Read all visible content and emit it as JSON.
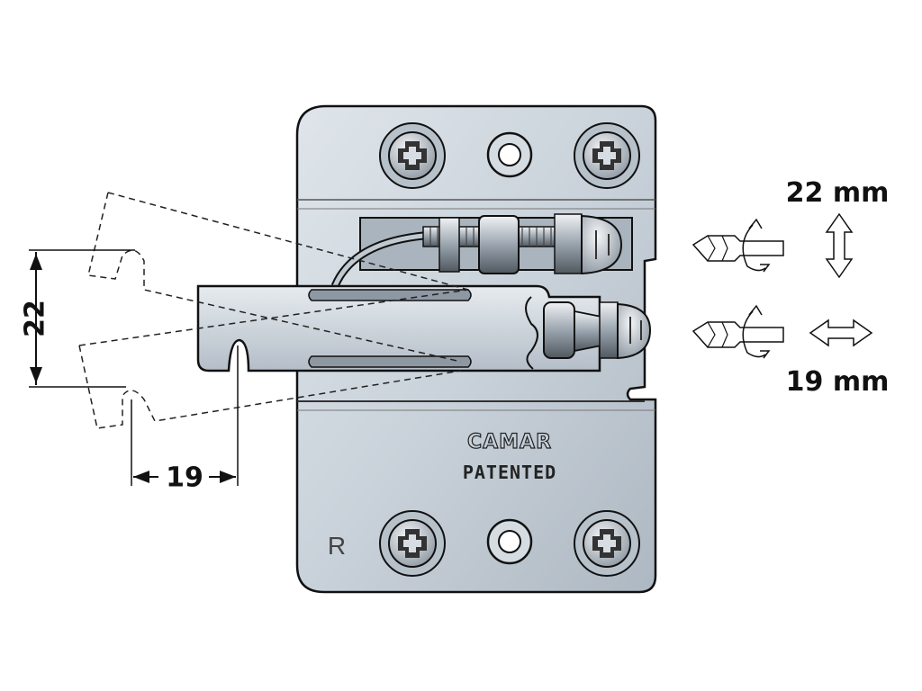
{
  "labels": {
    "vertical_dimension": "22",
    "horizontal_dimension": "19",
    "vertical_adjustment": "22 mm",
    "horizontal_adjustment": "19 mm",
    "brand": "CAMAR",
    "patent_mark": "PATENTED",
    "side_mark": "R"
  },
  "colors": {
    "plate": "#c9d2da",
    "plate_shadow": "#9aa5b0",
    "outline": "#111111"
  },
  "icons": {
    "screwdriver": "phillips-screwdriver-icon",
    "vertical_arrow": "double-arrow-vertical-icon",
    "horizontal_arrow": "double-arrow-horizontal-icon"
  }
}
